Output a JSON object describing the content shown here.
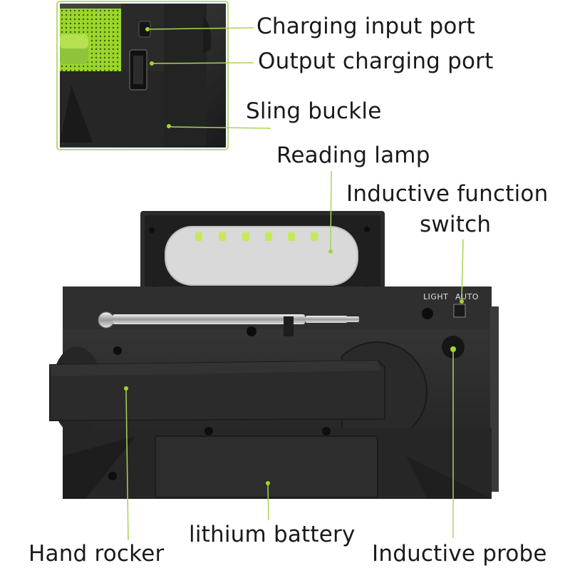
{
  "callouts": {
    "charging_input_port": "Charging input port",
    "output_charging_port": "Output charging port",
    "sling_buckle": "Sling buckle",
    "reading_lamp": "Reading lamp",
    "inductive_function_switch_line1": "Inductive function",
    "inductive_function_switch_line2": "switch",
    "hand_rocker": "Hand rocker",
    "lithium_battery": "lithium battery",
    "inductive_probe": "Inductive probe"
  },
  "device_markings": {
    "light": "LIGHT",
    "auto": "AUTO"
  },
  "colors": {
    "accent": "#a3d62b",
    "device_body": "#2b2b2b",
    "device_dark": "#1c1c1c",
    "leader_line": "#a8d35a"
  },
  "icons": [
    "usb-port-icon",
    "micro-usb-port-icon",
    "led-lamp-icon",
    "antenna-icon"
  ]
}
